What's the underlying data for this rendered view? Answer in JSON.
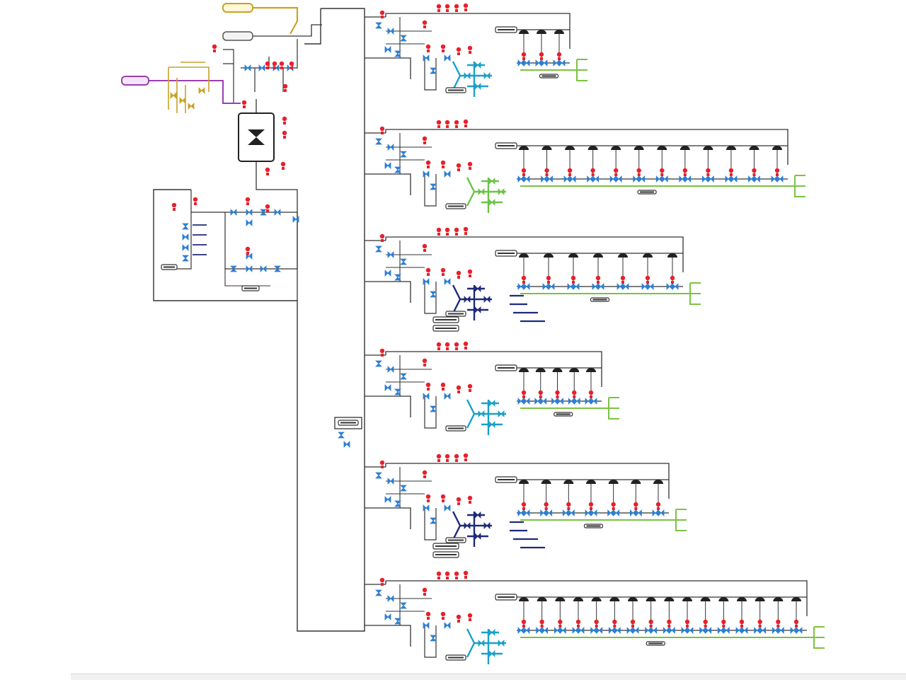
{
  "diagram": {
    "kind": "process-flow-schematic",
    "colors": {
      "background": "#ffffff",
      "pipe": "#333333",
      "instrument_red": "#e8202a",
      "valve_blue": "#2f7fd0",
      "cyan_manifold": "#1aa0c8",
      "green_outlet": "#7cc242",
      "green_manifold": "#6cc24a",
      "navy_component": "#1e2a78",
      "olive_feed": "#c9a227",
      "purple_feed": "#9a3fb0",
      "label_box": "#333333"
    },
    "symbols": {
      "valve": "bowtie-valve-icon",
      "instrument": "instrument-bubble-icon",
      "pump": "semicircle-pump-icon",
      "vessel": "hourglass-vessel-icon"
    },
    "feed_streams": [
      {
        "name": "olive-feed",
        "color_key": "olive_feed"
      },
      {
        "name": "gray-feed",
        "color_key": "pipe"
      },
      {
        "name": "purple-feed",
        "color_key": "purple_feed"
      }
    ],
    "branches": [
      {
        "name": "branch-1",
        "units": 3,
        "manifold_color_key": "cyan_manifold"
      },
      {
        "name": "branch-2",
        "units": 12,
        "manifold_color_key": "green_manifold"
      },
      {
        "name": "branch-3",
        "units": 7,
        "manifold_color_key": "navy_component"
      },
      {
        "name": "branch-4",
        "units": 5,
        "manifold_color_key": "cyan_manifold"
      },
      {
        "name": "branch-5",
        "units": 7,
        "manifold_color_key": "navy_component"
      },
      {
        "name": "branch-6",
        "units": 16,
        "manifold_color_key": "cyan_manifold"
      }
    ]
  }
}
